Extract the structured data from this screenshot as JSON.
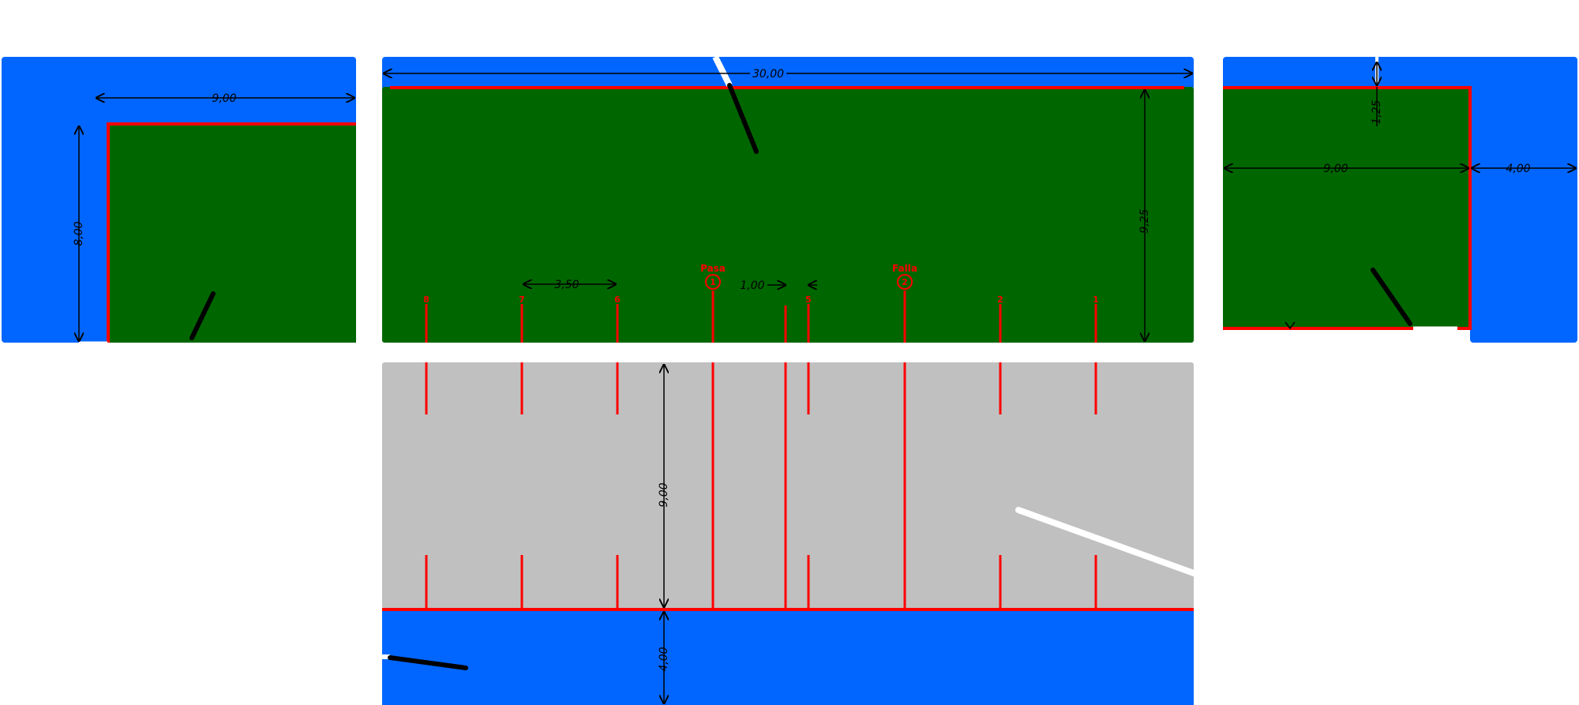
{
  "colors": {
    "surround": "#0066ff",
    "field": "#006600",
    "pavement": "#c0c0c0",
    "boundary": "#ff0000",
    "dimension": "#000000",
    "gap": "#ffffff"
  },
  "dimensions": {
    "left_width": "9,00",
    "left_height": "8,00",
    "center_width": "30,00",
    "center_height": "9,25",
    "mark_spacing": "3,50",
    "offset": "1,00",
    "apron_depth": "9,00",
    "bottom_band": "4,00",
    "right_width": "9,00",
    "right_side": "4,00",
    "right_top": "1,25"
  },
  "marks": {
    "numbers": [
      "8",
      "7",
      "6",
      "5",
      "2",
      "1"
    ],
    "pass_label": "Pasa",
    "pass_number": "1",
    "fail_label": "Falla",
    "fail_number": "2"
  }
}
